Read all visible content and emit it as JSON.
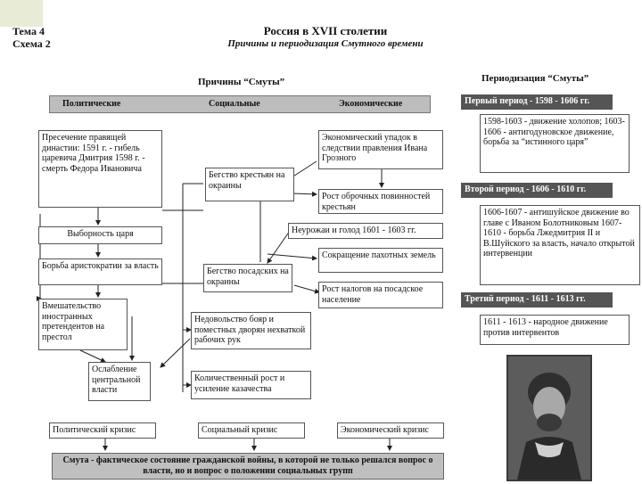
{
  "header": {
    "topic_line1": "Тема 4",
    "topic_line2": "Схема 2",
    "title": "Россия в XVII столетии",
    "subtitle": "Причины и периодизация Смутного времени"
  },
  "causes_title": "Причины “Смуты”",
  "periods_title": "Периодизация “Смуты”",
  "categories": {
    "political": "Политические",
    "social": "Социальные",
    "economic": "Экономические"
  },
  "political_boxes": {
    "dynasty": "Пресечение правящей династии: 1591 г. - гибель царевича Дмитрия 1598 г. - смерть Федора Ивановича",
    "elective": "Выборность царя",
    "boyars": "Борьба аристократии за власть",
    "intervention": "Вмешательство иностранных претендентов на престол",
    "weakening": "Ослабление центральной власти"
  },
  "social_boxes": {
    "peasants_flight": "Бегство крестьян на окраины",
    "townsfolk_flight": "Бегство посадских на окраины",
    "discontent": "Недовольство бояр и поместных дворян нехваткой рабочих рук",
    "cossacks": "Количественный рост и усиление казачества"
  },
  "economic_boxes": {
    "decline": "Экономический упадок в следствии правления Ивана Грозного",
    "obligations": "Рост оброчных повинностей крестьян",
    "famine": "Неурожаи и голод 1601 - 1603 гг.",
    "land": "Сокращение пахотных земель",
    "taxes": "Рост налогов на посадское население"
  },
  "periods": [
    {
      "header": "Первый период - 1598 - 1606 гг.",
      "text": "1598-1603 - движение холопов; 1603-1606 - антигодуновское движение, борьба за “истинного царя”"
    },
    {
      "header": "Второй период - 1606 - 1610 гг.",
      "text": "1606-1607 - антишуйское движение во главе с Иваном Болотниковым 1607-1610 - борьба Лжедмитрия II и В.Шуйского за власть, начало открытой интервенции"
    },
    {
      "header": "Третий период - 1611 - 1613 гг.",
      "text": "1611 - 1613 - народное движение против интервентов"
    }
  ],
  "crises": {
    "political": "Политический кризис",
    "social": "Социальный кризис",
    "economic": "Экономический кризис"
  },
  "conclusion": "Смута - фактическое состояние гражданской войны, в которой не только решался вопрос о власти, но и вопрос о положении социальных групп",
  "colors": {
    "category_bar": "#bdbdbd",
    "period_header": "#555555",
    "conclusion_bar": "#bfbfbf"
  },
  "portrait_icon": "portrait-image"
}
